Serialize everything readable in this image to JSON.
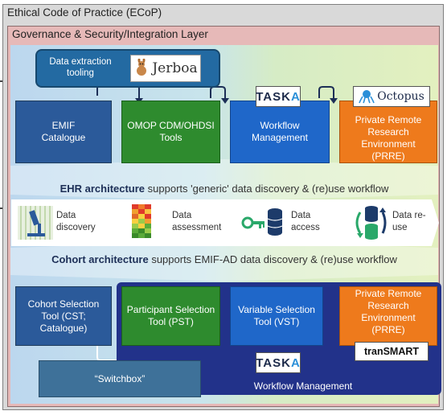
{
  "outer_title": "Ethical Code of Practice (ECoP)",
  "layer_title": "Governance & Security/Integration Layer",
  "extraction": {
    "label": "Data extraction tooling",
    "logo": "Jerboa"
  },
  "top_row": [
    {
      "label": "EMIF Catalogue"
    },
    {
      "label": "OMOP CDM/OHDSI Tools"
    },
    {
      "label": "Workflow Management",
      "logo": "TASKA"
    },
    {
      "label": "Private Remote Research Environment (PRRE)",
      "logo": "Octopus"
    }
  ],
  "ehr_band": {
    "bold": "EHR architecture",
    "rest": " supports 'generic' data discovery & (re)use workflow"
  },
  "workflow_steps": [
    {
      "label": "Data discovery",
      "icon": "microscope-icon"
    },
    {
      "label": "Data assessment",
      "icon": "heatmap-icon"
    },
    {
      "label": "Data access",
      "icon": "key-database-icon"
    },
    {
      "label": "Data re-use",
      "icon": "database-cycle-icon"
    }
  ],
  "cohort_band": {
    "bold": "Cohort architecture",
    "rest": " supports EMIF-AD data discovery & (re)use workflow"
  },
  "bottom_row": [
    {
      "label": "Cohort Selection Tool (CST; Catalogue)"
    },
    {
      "label": "Participant Selection Tool (PST)"
    },
    {
      "label": "Variable Selection Tool (VST)"
    },
    {
      "label": "Private Remote Research Environment (PRRE)",
      "logo": "tranSMART"
    }
  ],
  "switchbox": "“Switchbox”",
  "workflow_management": {
    "label": "Workflow Management",
    "logo": "TASKA"
  },
  "colors": {
    "emif_blue": "#2b5a9a",
    "omop_green": "#2e8b2e",
    "workflow_blue": "#1f67c9",
    "prre_orange": "#ee7a1c",
    "navy_frame": "#22328a",
    "governance_pink": "#e6b9b8"
  }
}
